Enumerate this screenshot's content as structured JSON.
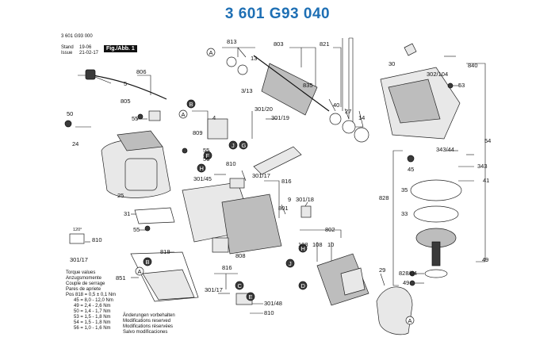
{
  "title": "3 601 G93 040",
  "header_left": {
    "code": "3 601 G93 000",
    "stand_label": "Stand",
    "stand_value": "19-06",
    "issue_label": "Issue",
    "issue_value": "21-02-17",
    "fig_label": "Fig./Abb. 1"
  },
  "torque_block": {
    "lines": [
      "Torque values",
      "Anzugsmomente",
      "Couple de serrage",
      "Pares de apriete"
    ],
    "rows": [
      "Pos 818 =  0,5 ± 0,1 Nm",
      "45 =  8,0 - 12,0 Nm",
      "49 =  2,4 - 2,6 Nm",
      "50 =  1,4 - 1,7 Nm",
      "53 =  1,5 - 1,8 Nm",
      "54 =  1,5 - 1,8 Nm",
      "56 =  1,0 - 1,6 Nm"
    ]
  },
  "modifications_block": {
    "lines": [
      "Änderungen vorbehalten",
      "Modifications reserved",
      "Modifications réservées",
      "Salvo modificaciones"
    ]
  },
  "labels": {
    "l813": "813",
    "l803": "803",
    "l821": "821",
    "l840": "840",
    "l30": "30",
    "l302_104": "302/104",
    "l13": "13",
    "l3_13": "3/13",
    "l835": "835",
    "l806": "806",
    "l5": "5",
    "l805": "805",
    "l50": "50",
    "l55a": "55",
    "l809": "809",
    "l4": "4",
    "l301_20": "301/20",
    "l301_19": "301/19",
    "l40": "40",
    "l27": "27",
    "l14": "14",
    "l53": "53",
    "l24": "24",
    "l55b": "55",
    "l56": "56",
    "l810a": "810",
    "l301_45": "301/45",
    "l301_17a": "301/17",
    "l816a": "816",
    "l25": "25",
    "l9": "9",
    "l301_18": "301/18",
    "l801": "801",
    "l343_44": "343/44",
    "l45": "45",
    "l54": "54",
    "l343": "343",
    "l41": "41",
    "l828": "828",
    "l35": "35",
    "l33": "33",
    "l31": "31",
    "l55c": "55",
    "l810b": "810",
    "l301_17b": "301/17",
    "l818": "818",
    "l808": "808",
    "l802": "802",
    "l108a": "108",
    "l108b": "108",
    "l10": "10",
    "l851": "851",
    "l816b": "816",
    "l301_17c": "301/17",
    "l301_48": "301/48",
    "l810c": "810",
    "l29": "29",
    "l828_04": "828/04",
    "l49a": "49",
    "l49b": "49",
    "l120": "120°"
  },
  "markers": [
    "A",
    "B",
    "A",
    "J",
    "G",
    "H",
    "F",
    "H",
    "J",
    "D",
    "B",
    "A",
    "C",
    "E",
    "A"
  ]
}
